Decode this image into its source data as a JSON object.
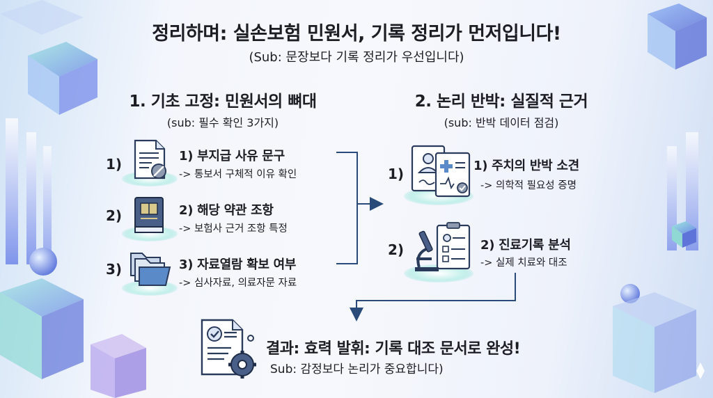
{
  "title": "정리하며: 실손보험 민원서, 기록 정리가 먼저입니다!",
  "subtitle": "(Sub: 문장보다 기록 정리가 우선입니다)",
  "section1": {
    "heading": "1. 기초 고정: 민원서의 뼈대",
    "sub": "(sub: 필수 확인 3가지)",
    "items": [
      {
        "num": "1)",
        "title": "1) 부지급 사유 문구",
        "detail": "-> 통보서 구체적 이유 확인",
        "icon": "document-denied-icon"
      },
      {
        "num": "2)",
        "title": "2) 해당 약관 조항",
        "detail": "-> 보험사 근거 조항 특정",
        "icon": "policy-book-icon"
      },
      {
        "num": "3)",
        "title": "3) 자료열람 확보 여부",
        "detail": "-> 심사자료, 의료자문 자료",
        "icon": "folders-icon"
      }
    ]
  },
  "section2": {
    "heading": "2. 논리 반박: 실질적 근거",
    "sub": "(sub: 반박 데이터 점검)",
    "items": [
      {
        "num": "1)",
        "title": "1) 주치의 반박 소견",
        "detail": "-> 의학적 필요성 증명",
        "icon": "doctor-report-icon"
      },
      {
        "num": "2)",
        "title": "2) 진료기록 분석",
        "detail": "-> 실제 치료와 대조",
        "icon": "microscope-clipboard-icon"
      }
    ]
  },
  "result": {
    "title": "결과: 효력 발휘: 기록 대조 문서로 완성!",
    "sub": "Sub: 감정보다 논리가 중요합니다)",
    "icon": "document-check-gear-icon"
  },
  "colors": {
    "accent": "#2a4a7a",
    "glow": "#8fe3d8",
    "cube": "#7da4ef"
  }
}
